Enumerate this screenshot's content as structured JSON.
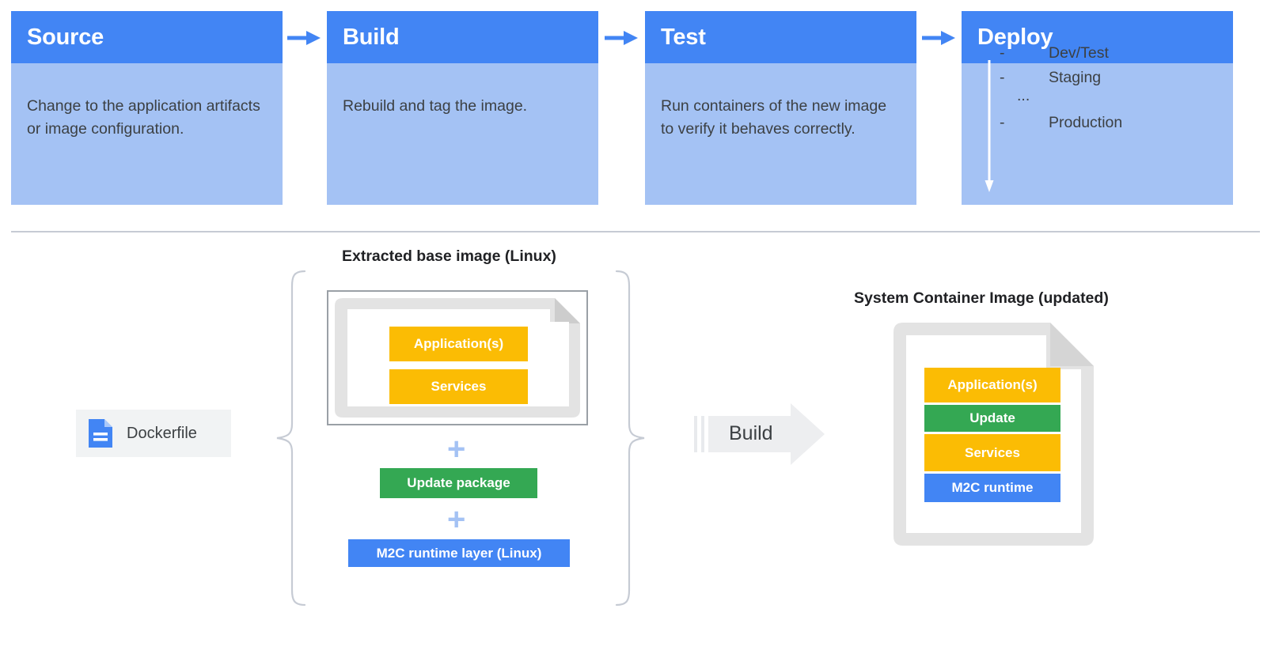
{
  "colors": {
    "header_blue": "#4285F4",
    "body_blue": "#A4C2F4",
    "orange": "#FBBC04",
    "green": "#34A853",
    "blue": "#4285F4",
    "gray_doc": "#E3E3E3",
    "gray_border": "#9AA0A6",
    "gray_chip": "#F1F3F4",
    "text_dark": "#3C4043",
    "divider": "#C6CBD4",
    "plus": "#A4C2F4"
  },
  "pipeline": {
    "stages": [
      {
        "title": "Source",
        "body": "Change to the application artifacts or image configuration.",
        "has_arrow_after": true
      },
      {
        "title": "Build",
        "body": "Rebuild and tag the image.",
        "has_arrow_after": true
      },
      {
        "title": "Test",
        "body": "Run containers of the new image to verify it behaves correctly.",
        "has_arrow_after": true
      },
      {
        "title": "Deploy",
        "body": "",
        "has_arrow_after": false,
        "list": [
          {
            "dash": "-",
            "label": "Dev/Test"
          },
          {
            "dash": "-",
            "label": "Staging"
          },
          {
            "dash": "...",
            "label": ""
          },
          {
            "dash": "-",
            "label": "Production"
          }
        ]
      }
    ]
  },
  "build_diagram": {
    "dockerfile": {
      "label": "Dockerfile",
      "icon": "document-icon"
    },
    "base_image": {
      "caption": "Extracted base image (Linux)",
      "layers": [
        {
          "label": "Application(s)",
          "color": "#FBBC04"
        },
        {
          "label": "Services",
          "color": "#FBBC04"
        }
      ]
    },
    "plus_1": "+",
    "update_package": {
      "label": "Update package",
      "color": "#34A853"
    },
    "plus_2": "+",
    "runtime_layer": {
      "label": "M2C runtime layer (Linux)",
      "color": "#4285F4"
    },
    "build_arrow": {
      "label": "Build"
    },
    "output_image": {
      "caption": "System Container Image (updated)",
      "layers": [
        {
          "label": "Application(s)",
          "color": "#FBBC04"
        },
        {
          "label": "Update",
          "color": "#34A853"
        },
        {
          "label": "Services",
          "color": "#FBBC04"
        },
        {
          "label": "M2C runtime",
          "color": "#4285F4"
        }
      ]
    }
  }
}
